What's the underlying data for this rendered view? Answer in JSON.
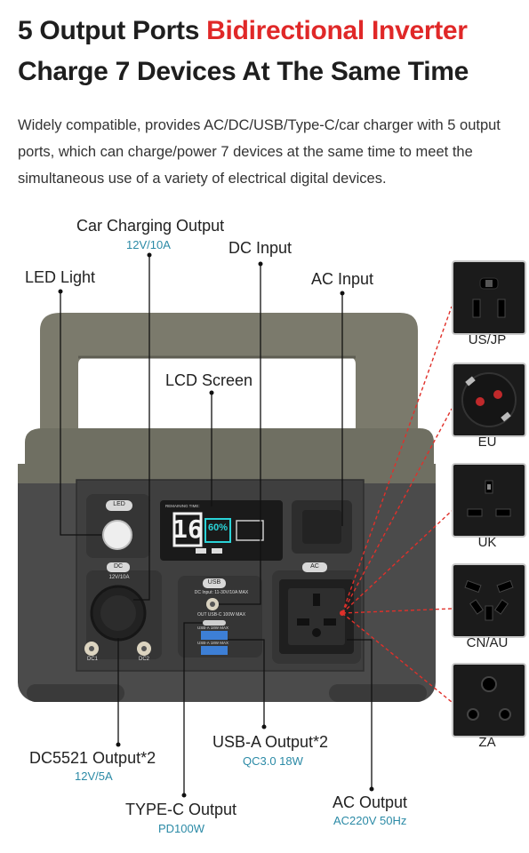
{
  "header": {
    "title_part1": "5 Output Ports ",
    "title_part2": "Bidirectional Inverter",
    "title_line2": "Charge 7 Devices At The Same Time"
  },
  "description": "Widely compatible, provides AC/DC/USB/Type-C/car charger with 5 output ports, which can charge/power 7 devices at the same time to meet the simultaneous use of a variety of electrical digital devices.",
  "callouts": {
    "car_charging": {
      "label": "Car Charging Output",
      "spec": "12V/10A"
    },
    "dc_input": {
      "label": "DC Input"
    },
    "led_light": {
      "label": "LED Light"
    },
    "ac_input": {
      "label": "AC Input"
    },
    "lcd_screen": {
      "label": "LCD Screen"
    },
    "dc5521": {
      "label": "DC5521 Output*2",
      "spec": "12V/5A"
    },
    "usb_a": {
      "label": "USB-A Output*2",
      "spec": "QC3.0 18W"
    },
    "type_c": {
      "label": "TYPE-C Output",
      "spec": "PD100W"
    },
    "ac_output": {
      "label": "AC Output",
      "spec": "AC220V 50Hz"
    }
  },
  "device": {
    "led_button": "LED",
    "dc_button": "DC",
    "car_spec": "12V/10A",
    "dc1": "DC1",
    "dc2": "DC2",
    "usb_button": "USB",
    "dc_input_text": "DC Input: 11-30V/10A MAX",
    "usbc_text": "OUT USB-C 100W MAX",
    "usba1_text": "USB-A 18W MAX",
    "usba2_text": "USB-A 18W MAX",
    "ac_button": "AC",
    "screen": {
      "remaining": "REMAINING TIME:",
      "percent": "60%",
      "big_digits": "16"
    }
  },
  "plugs": [
    {
      "name": "US/JP"
    },
    {
      "name": "EU"
    },
    {
      "name": "UK"
    },
    {
      "name": "CN/AU"
    },
    {
      "name": "ZA"
    }
  ],
  "colors": {
    "title_red": "#e02828",
    "spec_teal": "#2b8aa6",
    "device_khaki": "#6f6f62",
    "device_gray": "#4a4a4a",
    "callout_red": "#e0302a"
  }
}
